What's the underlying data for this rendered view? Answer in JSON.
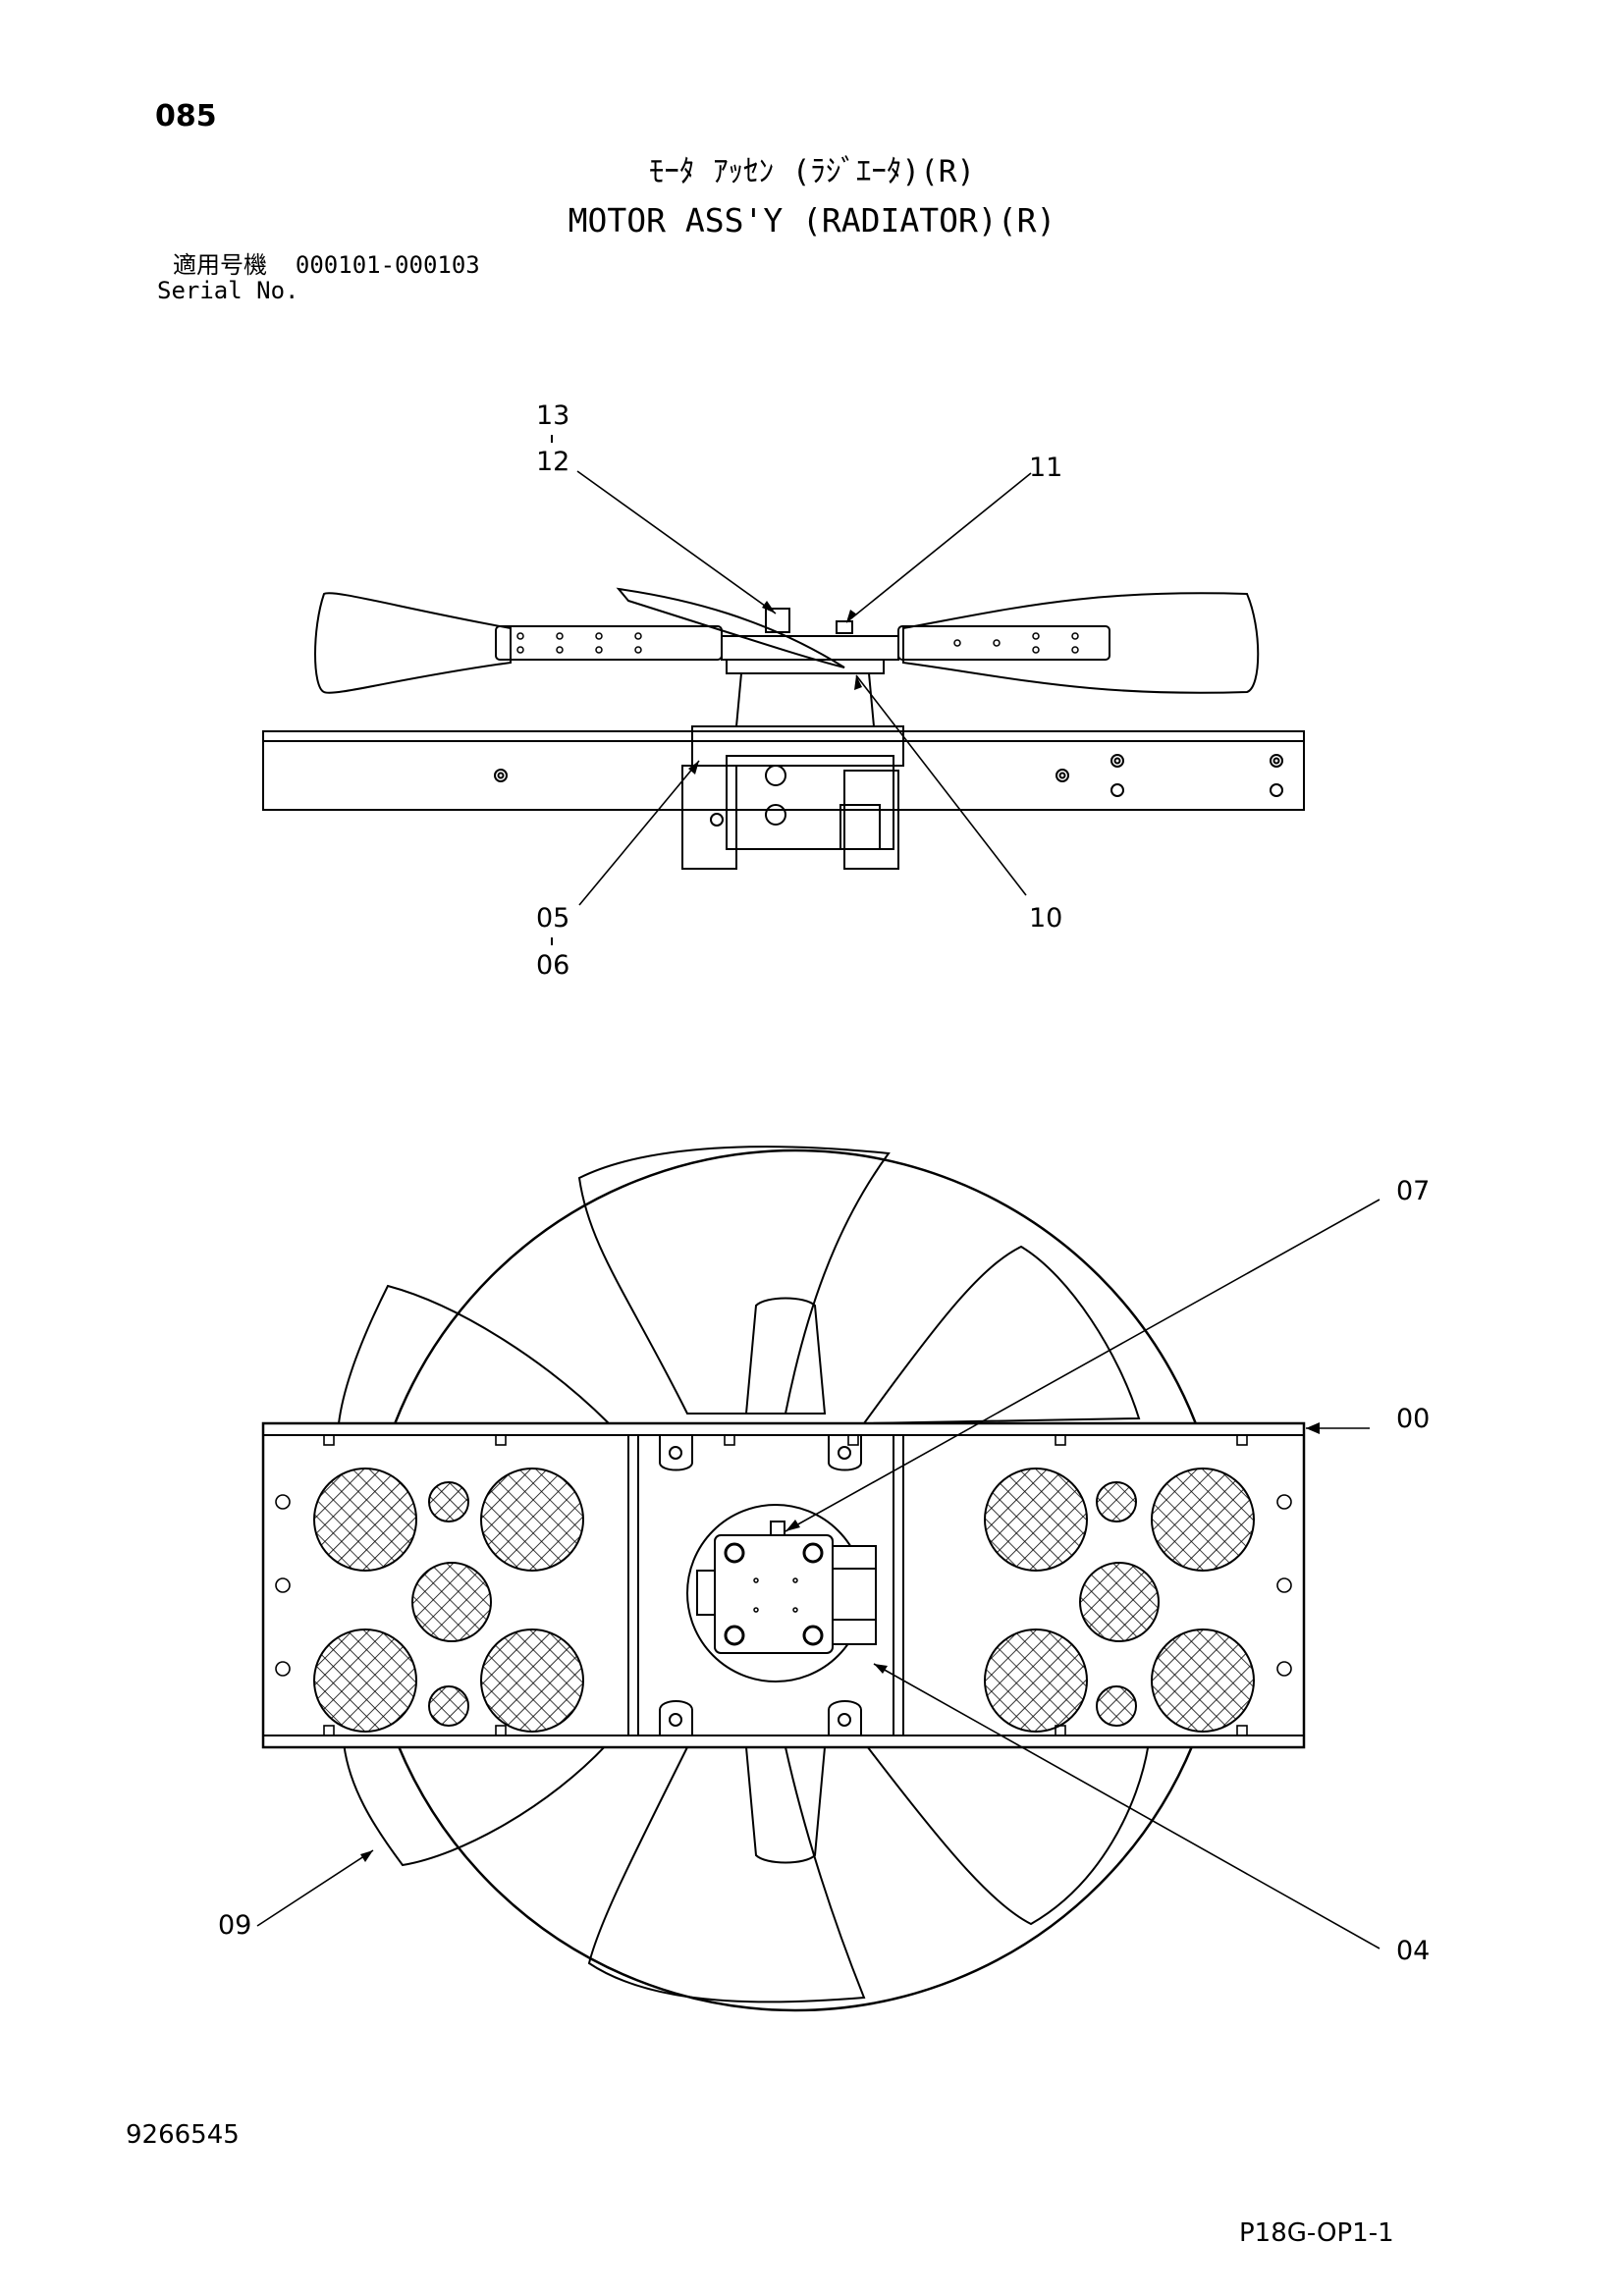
{
  "header": {
    "page_number": "085",
    "title_jp": "ﾓｰﾀ ｱｯｾﾝ (ﾗｼﾞｴｰﾀ)(R)",
    "title_en": "MOTOR ASS'Y (RADIATOR)(R)",
    "serial_label_jp": "適用号機",
    "serial_range": "000101-000103",
    "serial_label_en": "Serial No."
  },
  "footer": {
    "document_number": "9266545",
    "sheet_code": "P18G-OP1-1"
  },
  "callouts": {
    "side_view": {
      "top_left_upper": "13",
      "top_left_lower": "12",
      "top_right": "11",
      "bottom_left_upper": "05",
      "bottom_left_lower": "06",
      "bottom_right": "10"
    },
    "top_view": {
      "part_07": "07",
      "part_00": "00",
      "part_09": "09",
      "part_04": "04"
    }
  },
  "colors": {
    "line": "#000000",
    "background": "#ffffff"
  },
  "icons": {
    "mesh_grille": "crosshatch-circle",
    "range_dash": "short-vertical-dash"
  }
}
